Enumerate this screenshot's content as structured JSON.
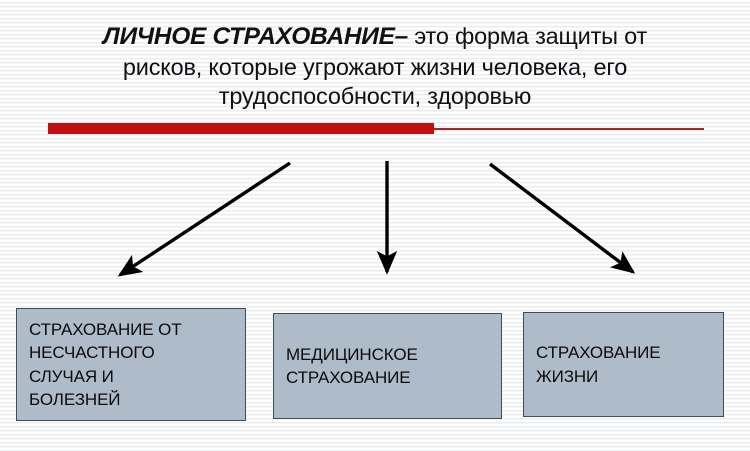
{
  "slide": {
    "title": {
      "lines": [
        {
          "strong": "ЛИЧНОЕ СТРАХОВАНИЕ–",
          "rest": " это форма защиты от"
        },
        {
          "strong": "",
          "rest": "рисков, которые угрожают жизни человека, его"
        },
        {
          "strong": "",
          "rest": "трудоспособности, здоровью"
        }
      ]
    },
    "divider": {
      "thick_color": "#c10f0f",
      "thin_color": "#9e2b24"
    },
    "arrows": [
      {
        "name": "arrow-to-accident-insurance",
        "direction": "down-left"
      },
      {
        "name": "arrow-to-medical-insurance",
        "direction": "down"
      },
      {
        "name": "arrow-to-life-insurance",
        "direction": "down-right"
      }
    ],
    "boxes": [
      {
        "id": "box-1",
        "name": "accident-and-illness-insurance",
        "lines": [
          "СТРАХОВАНИЕ ОТ",
          "НЕСЧАСТНОГО",
          "СЛУЧАЯ И",
          "БОЛЕЗНЕЙ"
        ]
      },
      {
        "id": "box-2",
        "name": "medical-insurance",
        "lines": [
          "МЕДИЦИНСКОЕ",
          "СТРАХОВАНИЕ"
        ]
      },
      {
        "id": "box-3",
        "name": "life-insurance",
        "lines": [
          "СТРАХОВАНИЕ",
          "ЖИЗНИ"
        ]
      }
    ],
    "colors": {
      "box_fill": "#aebbc9",
      "box_border": "#3f4c5c",
      "arrow": "#000000",
      "text": "#111111"
    }
  }
}
